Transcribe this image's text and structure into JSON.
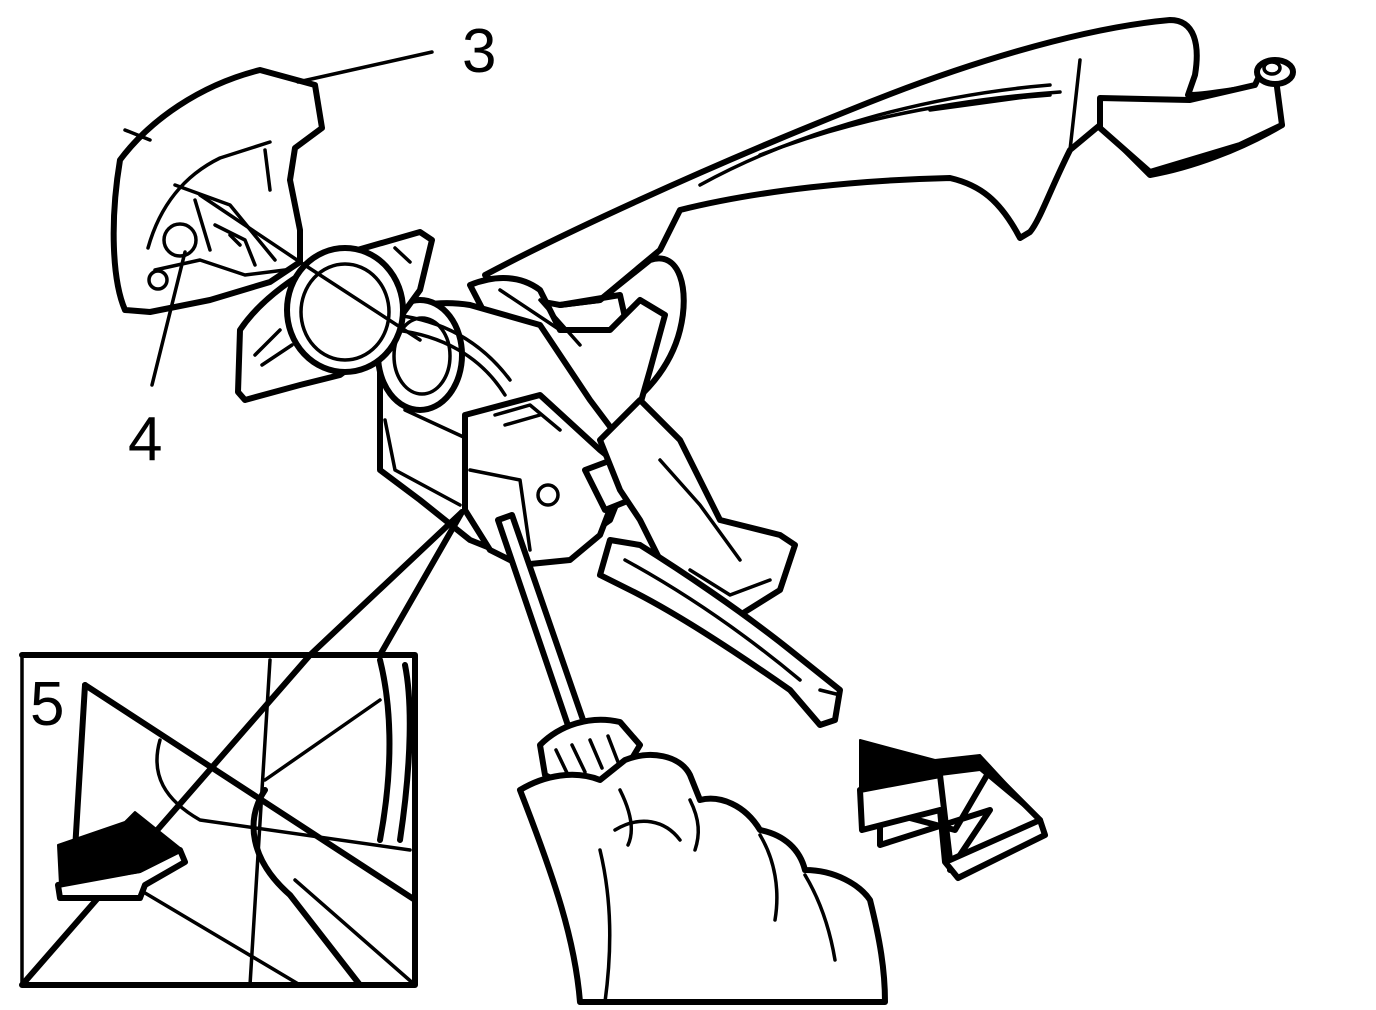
{
  "callouts": {
    "label_3": "3",
    "label_4": "4",
    "label_5": "5"
  },
  "colors": {
    "ink": "#000000",
    "paper": "#ffffff"
  },
  "icons": {
    "push_arrow": "arrow-pointing-toward-handle-icon",
    "pull_arrow": "arrow-pointing-away-icon"
  }
}
